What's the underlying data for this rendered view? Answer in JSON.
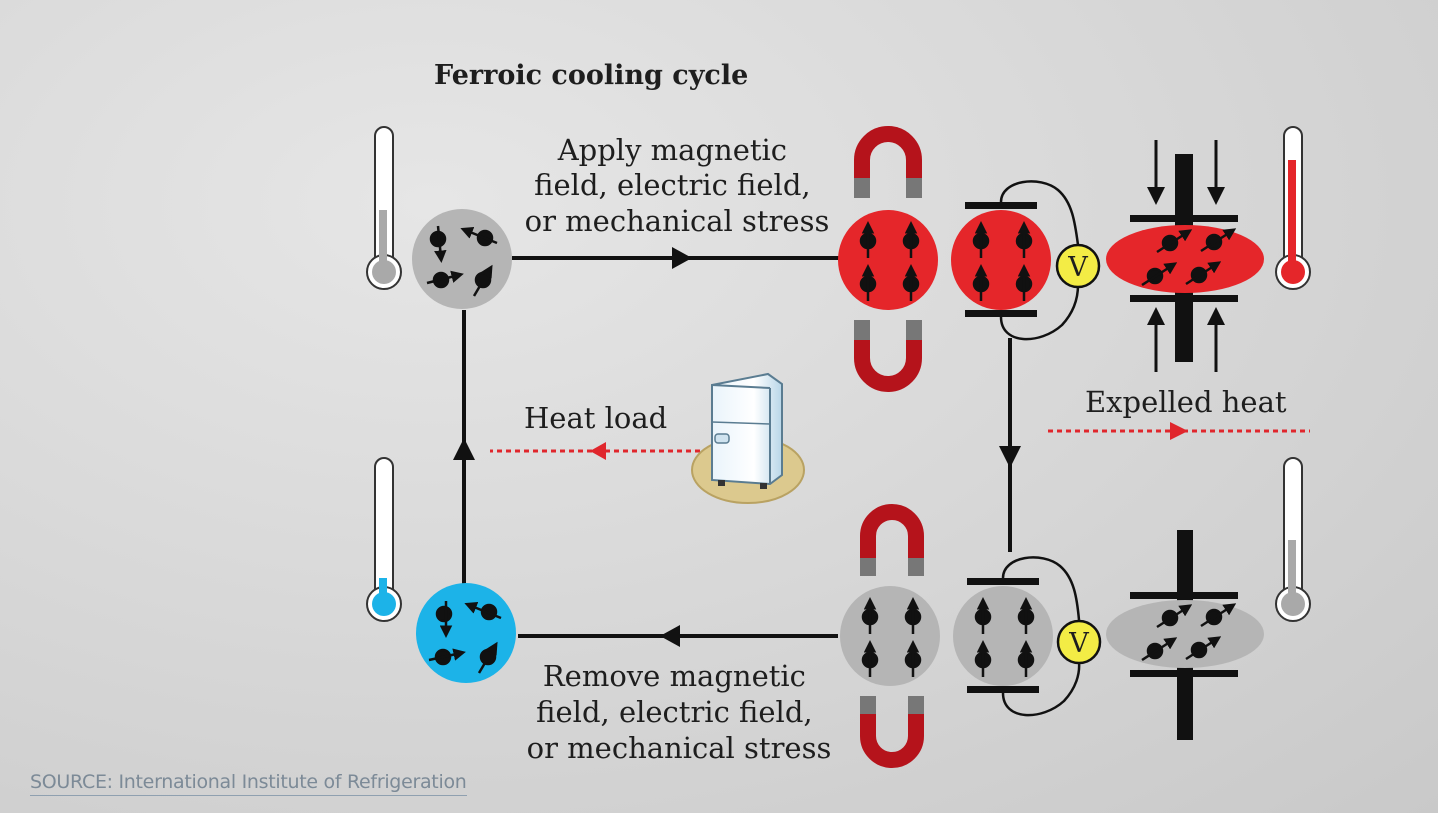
{
  "title": "Ferroic cooling cycle",
  "top_arrow_label": [
    "Apply magnetic",
    "field, electric field,",
    "or mechanical stress"
  ],
  "bottom_arrow_label": [
    "Remove magnetic",
    "field, electric field,",
    "or mechanical stress"
  ],
  "heat_load_label": "Heat load",
  "expelled_heat_label": "Expelled heat",
  "voltage_symbol": "V",
  "source": "SOURCE: International Institute of Refrigeration",
  "colors": {
    "hot": "#e5262a",
    "cold": "#1cb3e8",
    "neutral": "#b5b5b5",
    "heat_flow": "#e0262c",
    "voltmeter": "#f3ec45",
    "fridge_mat": "#dcc98e"
  },
  "icons": [
    "thermometer-icon",
    "horseshoe-magnet-icon",
    "voltmeter-icon",
    "refrigerator-icon",
    "clamp-plate-icon"
  ]
}
